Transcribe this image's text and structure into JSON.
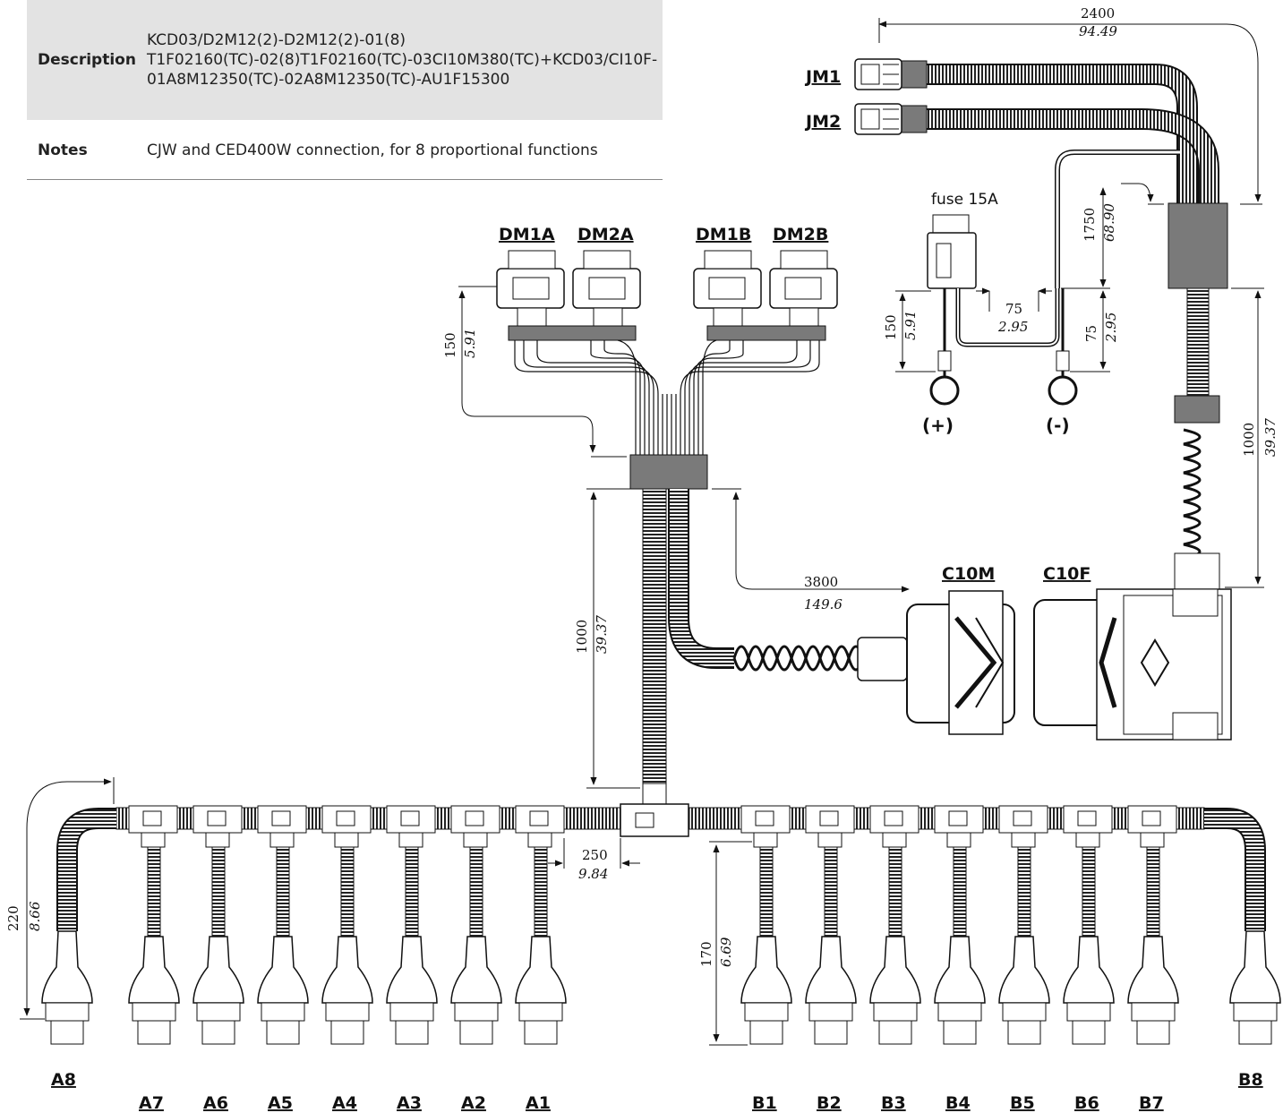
{
  "spec": {
    "description_label": "Description",
    "description_value": "KCD03/D2M12(2)-D2M12(2)-01(8) T1F02160(TC)-02(8)T1F02160(TC)-03CI10M380(TC)+KCD03/CI10F-01A8M12350(TC)-02A8M12350(TC)-AU1F15300",
    "notes_label": "Notes",
    "notes_value": "CJW and CED400W connection, for 8 proportional functions"
  },
  "connectors": {
    "jm1": "JM1",
    "jm2": "JM2",
    "dm1a": "DM1A",
    "dm2a": "DM2A",
    "dm1b": "DM1B",
    "dm2b": "DM2B",
    "c10m": "C10M",
    "c10f": "C10F",
    "a1": "A1",
    "a2": "A2",
    "a3": "A3",
    "a4": "A4",
    "a5": "A5",
    "a6": "A6",
    "a7": "A7",
    "a8": "A8",
    "b1": "B1",
    "b2": "B2",
    "b3": "B3",
    "b4": "B4",
    "b5": "B5",
    "b6": "B6",
    "b7": "B7",
    "b8": "B8"
  },
  "fuse": {
    "label": "fuse 15A",
    "plus": "(+)",
    "minus": "(-)"
  },
  "dimensions": {
    "d2400": {
      "mm": "2400",
      "in": "94.49"
    },
    "d1750": {
      "mm": "1750",
      "in": "68.90"
    },
    "d75a": {
      "mm": "75",
      "in": "2.95"
    },
    "d75b": {
      "mm": "75",
      "in": "2.95"
    },
    "d150fuse": {
      "mm": "150",
      "in": "5.91"
    },
    "d150dm": {
      "mm": "150",
      "in": "5.91"
    },
    "d1000r": {
      "mm": "1000",
      "in": "39.37"
    },
    "d3800": {
      "mm": "3800",
      "in": "149.6"
    },
    "d1000c": {
      "mm": "1000",
      "in": "39.37"
    },
    "d250": {
      "mm": "250",
      "in": "9.84"
    },
    "d220": {
      "mm": "220",
      "in": "8.66"
    },
    "d170": {
      "mm": "170",
      "in": "6.69"
    }
  },
  "colors": {
    "band": "#7a7a7a",
    "line": "#1a1a1a",
    "table_bg": "#e3e3e3"
  }
}
